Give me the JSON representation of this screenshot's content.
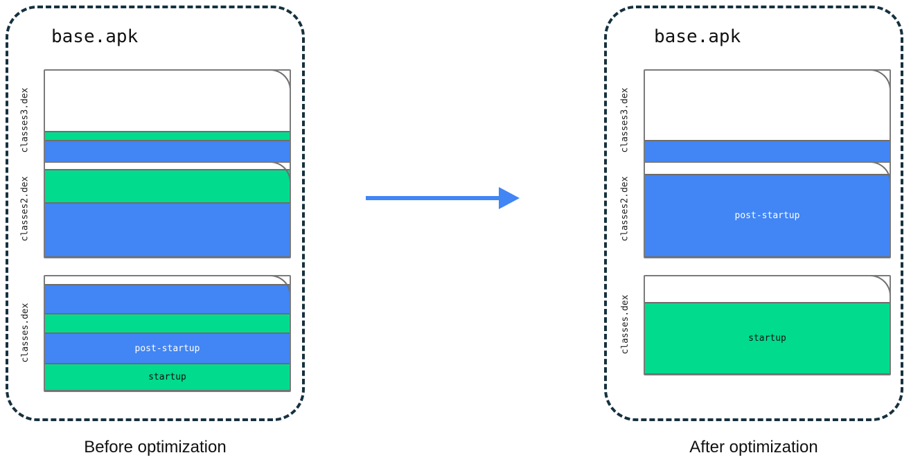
{
  "diagram": {
    "title_left": "base.apk",
    "title_right": "base.apk",
    "caption_left": "Before optimization",
    "caption_right": "After optimization",
    "arrow": "right-arrow-icon",
    "colors": {
      "startup": "#00db8e",
      "post_startup": "#4285f4",
      "unused": "#ffffff",
      "container_border": "#16313f",
      "card_border": "#7a7a7a",
      "arrow": "#4285f4"
    }
  },
  "legend_terms": {
    "startup": "startup",
    "post_startup": "post-startup"
  },
  "before": {
    "title": "base.apk",
    "caption": "Before optimization",
    "dex_files": [
      {
        "name": "classes3.dex",
        "segments": [
          {
            "kind": "unused",
            "label": "",
            "height": 88
          },
          {
            "kind": "startup",
            "label": "",
            "height": 13
          },
          {
            "kind": "post-startup",
            "label": "",
            "height": 45
          }
        ]
      },
      {
        "name": "classes2.dex",
        "segments": [
          {
            "kind": "unused",
            "label": "",
            "height": 10
          },
          {
            "kind": "startup",
            "label": "",
            "height": 48
          },
          {
            "kind": "post-startup",
            "label": "",
            "height": 78
          }
        ]
      },
      {
        "name": "classes.dex",
        "segments": [
          {
            "kind": "unused",
            "label": "",
            "height": 12
          },
          {
            "kind": "post-startup",
            "label": "",
            "height": 42
          },
          {
            "kind": "startup",
            "label": "",
            "height": 28
          },
          {
            "kind": "post-startup",
            "label": "post-startup",
            "height": 44
          },
          {
            "kind": "startup",
            "label": "startup",
            "height": 39
          }
        ]
      }
    ]
  },
  "after": {
    "title": "base.apk",
    "caption": "After optimization",
    "dex_files": [
      {
        "name": "classes3.dex",
        "segments": [
          {
            "kind": "unused",
            "label": "",
            "height": 101
          },
          {
            "kind": "post-startup",
            "label": "",
            "height": 45
          }
        ]
      },
      {
        "name": "classes2.dex",
        "segments": [
          {
            "kind": "unused",
            "label": "",
            "height": 17
          },
          {
            "kind": "post-startup",
            "label": "post-startup",
            "height": 119
          }
        ]
      },
      {
        "name": "classes.dex",
        "segments": [
          {
            "kind": "unused",
            "label": "",
            "height": 38
          },
          {
            "kind": "startup",
            "label": "startup",
            "height": 103
          }
        ]
      }
    ]
  }
}
